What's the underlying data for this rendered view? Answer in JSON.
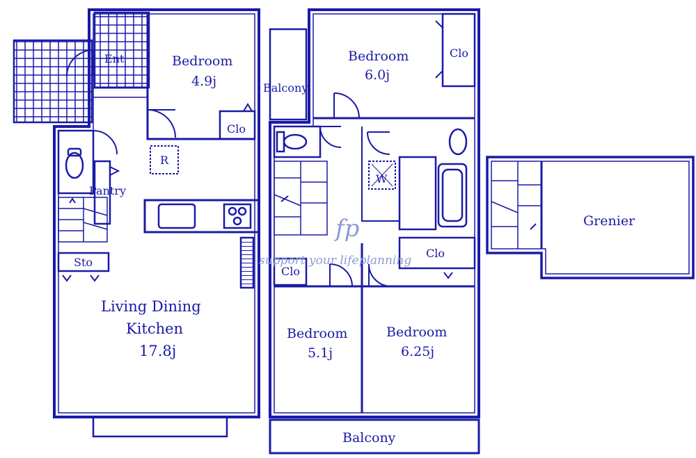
{
  "rooms": {
    "ent": "Ent",
    "bedroom1_name": "Bedroom",
    "bedroom1_size": "4.9j",
    "clo1": "Clo",
    "fridge": "R",
    "pantry": "Pantry",
    "sto": "Sto",
    "ldk_name1": "Living Dining",
    "ldk_name2": "Kitchen",
    "ldk_size": "17.8j",
    "balcony_top": "Balcony",
    "bedroom2_name": "Bedroom",
    "bedroom2_size": "6.0j",
    "clo2": "Clo",
    "washer": "W",
    "clo3": "Clo",
    "clo4": "Clo",
    "bedroom3_name": "Bedroom",
    "bedroom3_size": "5.1j",
    "bedroom4_name": "Bedroom",
    "bedroom4_size": "6.25j",
    "balcony_bottom": "Balcony",
    "grenier": "Grenier"
  },
  "watermark": {
    "logo": "fp",
    "slogan": "support your lifeplanning"
  },
  "colors": {
    "line": "#1a1aa6",
    "watermark": "#8a9bd6",
    "background": "#ffffff"
  }
}
